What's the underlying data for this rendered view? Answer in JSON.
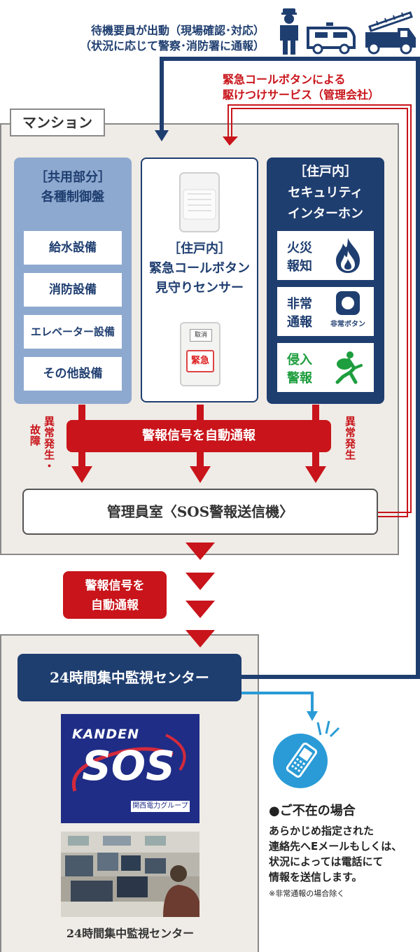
{
  "top": {
    "dispatch_line1": "待機要員が出動（現場確認･対応）",
    "dispatch_line2": "（状況に応じて警察･消防署に通報）",
    "emergency_line1": "緊急コールボタンによる",
    "emergency_line2": "駆けつけサービス（管理会社）"
  },
  "mansion": {
    "label": "マンション",
    "common": {
      "title_line1": "［共用部分］",
      "title_line2": "各種制御盤",
      "items": [
        "給水設備",
        "消防設備",
        "エレベーター設備",
        "その他設備"
      ]
    },
    "unit_call": {
      "title_line1": "［住戸内］",
      "title_line2": "緊急コールボタン",
      "title_line3": "見守りセンサー",
      "button_small_label": "取消",
      "button_label": "緊急"
    },
    "unit_intercom": {
      "title_line1": "［住戸内］",
      "title_line2": "セキュリティ",
      "title_line3": "インターホン",
      "fire": {
        "line1": "火災",
        "line2": "報知"
      },
      "emergency": {
        "line1": "非常",
        "line2": "通報",
        "icon_label": "非常ボタン"
      },
      "intrusion": {
        "line1": "侵入",
        "line2": "警報"
      }
    },
    "left_side_col1": "異常発生・",
    "left_side_col2": "故障",
    "right_side": "異常発生",
    "auto_alarm": "警報信号を自動通報",
    "office": "管理員室〈SOS警報送信機〉"
  },
  "transmit": {
    "line1": "警報信号を",
    "line2": "自動通報"
  },
  "center": {
    "box_label": "24時間集中監視センター",
    "logo_top": "KANDEN",
    "logo_main": "SOS",
    "logo_sub": "関西電力グループ",
    "photo_caption": "24時間集中監視センター"
  },
  "absence": {
    "title": "●ご不在の場合",
    "line1": "あらかじめ指定された",
    "line2": "連絡先へEメールもしくは、",
    "line3": "状況によっては電話にて",
    "line4": "情報を送信します。",
    "note": "※非常通報の場合除く"
  },
  "colors": {
    "navy": "#1f3e70",
    "red": "#c8141a",
    "light_blue": "#8ea9cf",
    "green": "#1e9e3e",
    "cyan": "#2a9bd6",
    "beige": "#efebe6"
  }
}
